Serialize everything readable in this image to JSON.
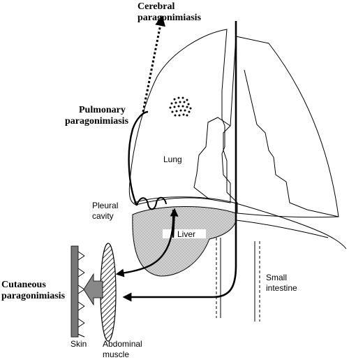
{
  "labels": {
    "cerebral_line1": "Cerebral",
    "cerebral_line2": "paragonimiasis",
    "pulmonary_line1": "Pulmonary",
    "pulmonary_line2": "paragonimiasis",
    "cutaneous_line1": "Cutaneous",
    "cutaneous_line2": "paragonimiasis",
    "lung": "Lung",
    "pleural_line1": "Pleural",
    "pleural_line2": "cavity",
    "liver": "Liver",
    "small_intestine_line1": "Small",
    "small_intestine_line2": "intestine",
    "skin": "Skin",
    "abdominal_line1": "Abdominal",
    "abdominal_line2": "muscle"
  }
}
